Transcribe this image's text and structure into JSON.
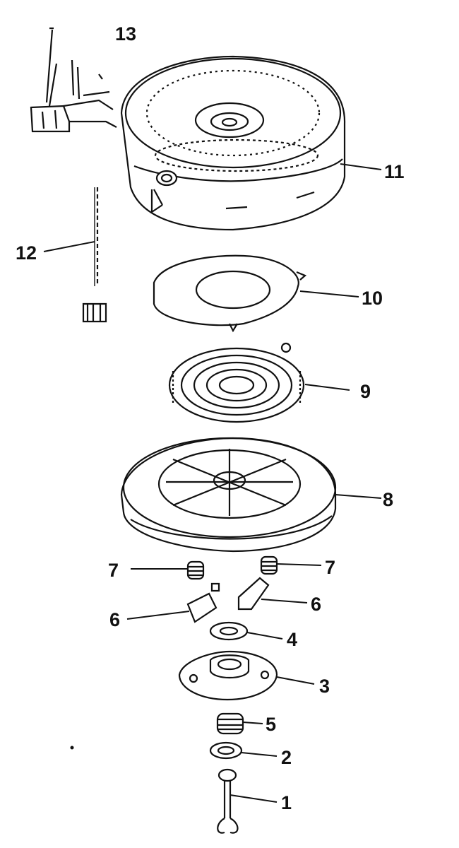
{
  "diagram": {
    "callouts": [
      {
        "id": "c13",
        "text": "13"
      },
      {
        "id": "c11",
        "text": "11"
      },
      {
        "id": "c12",
        "text": "12"
      },
      {
        "id": "c10",
        "text": "10"
      },
      {
        "id": "c9",
        "text": "9"
      },
      {
        "id": "c8",
        "text": "8"
      },
      {
        "id": "c7l",
        "text": "7"
      },
      {
        "id": "c7r",
        "text": "7"
      },
      {
        "id": "c6l",
        "text": "6"
      },
      {
        "id": "c6r",
        "text": "6"
      },
      {
        "id": "c4",
        "text": "4"
      },
      {
        "id": "c3",
        "text": "3"
      },
      {
        "id": "c5",
        "text": "5"
      },
      {
        "id": "c2",
        "text": "2"
      },
      {
        "id": "c1",
        "text": "1"
      }
    ]
  }
}
